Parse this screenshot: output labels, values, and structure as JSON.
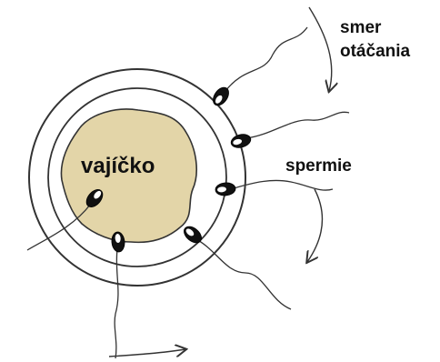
{
  "labels": {
    "egg": "vajíčko",
    "sperm": "spermie",
    "rotation_line1": "smer",
    "rotation_line2": "otáčania"
  },
  "colors": {
    "egg_fill": "#e3d5a8",
    "stroke": "#333333",
    "sperm_head": "#111111"
  }
}
